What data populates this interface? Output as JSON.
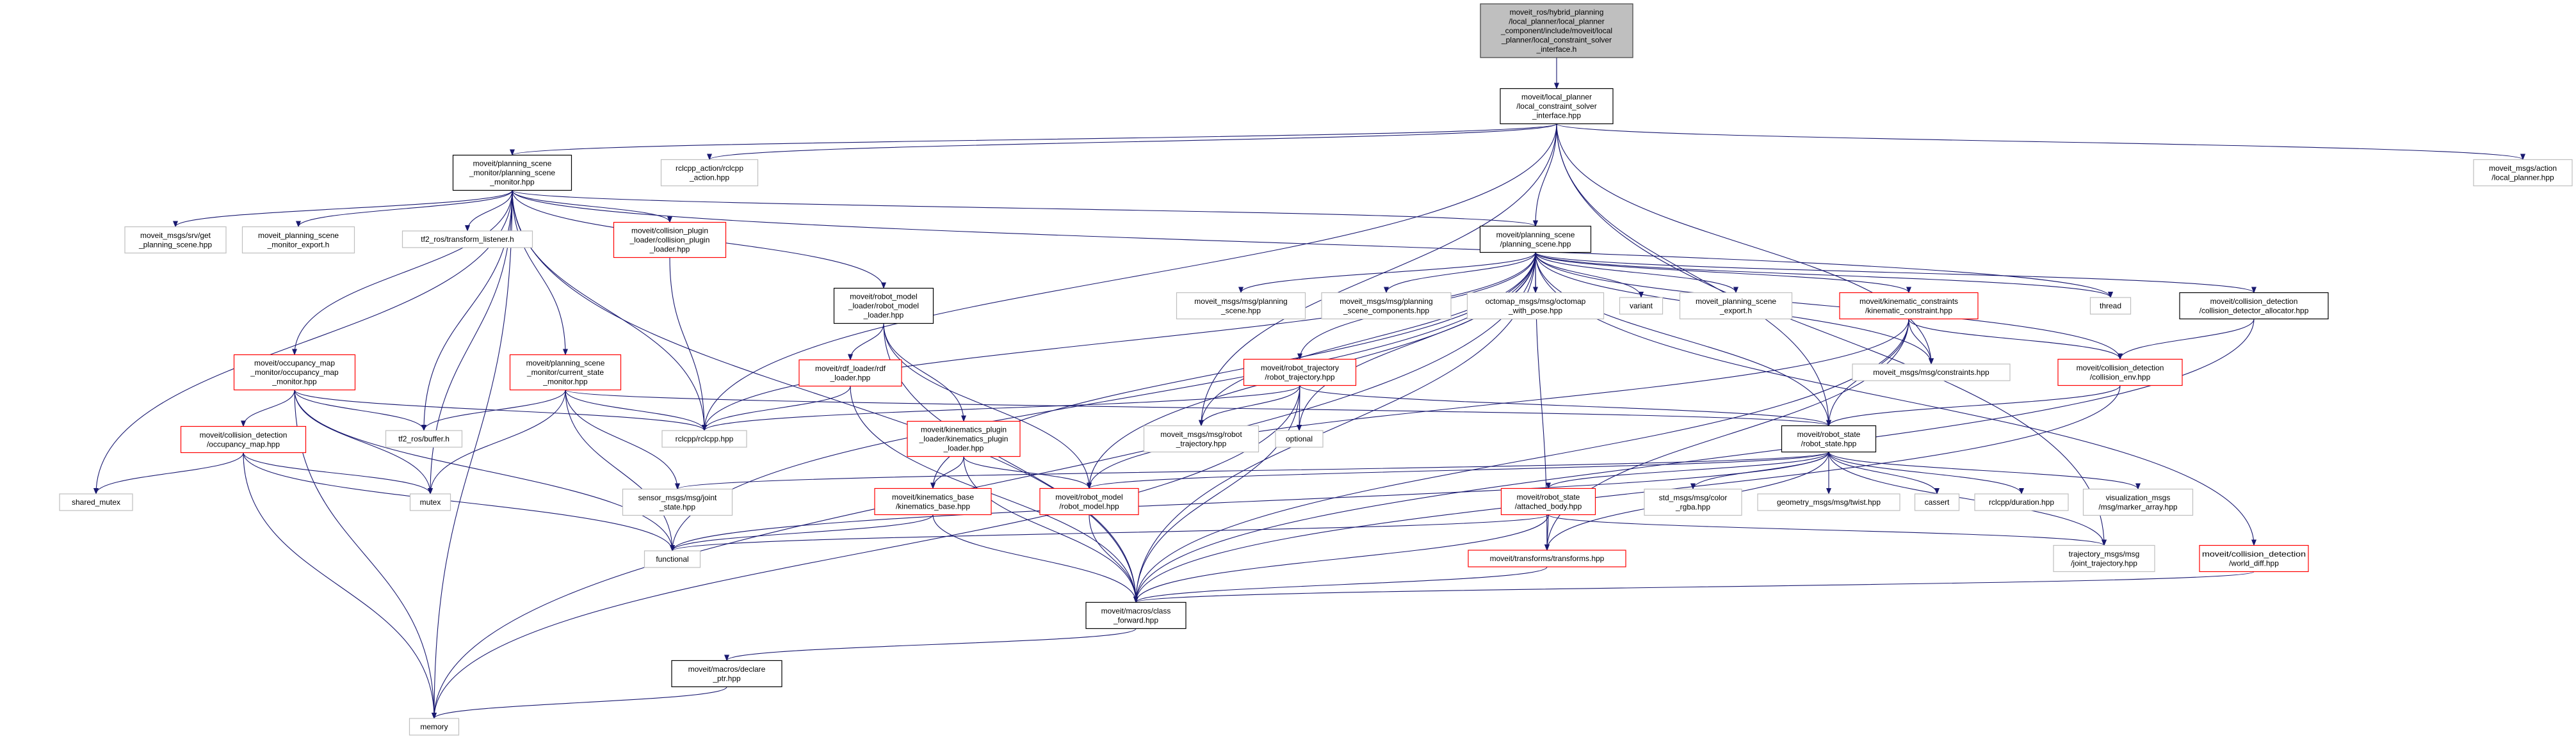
{
  "colors": {
    "edge": "#191970",
    "root_fill": "#bfbfbf",
    "root_border": "#404040",
    "normal_border": "#000000",
    "truncated_border": "#ff0000",
    "external_border": "#bfbfbf"
  },
  "nodes": [
    {
      "id": "root",
      "kind": "root",
      "lines": [
        "moveit_ros/hybrid_planning",
        "/local_planner/local_planner",
        "_component/include/moveit/local",
        "_planner/local_constraint_solver",
        "_interface.h"
      ]
    },
    {
      "id": "lcsi",
      "kind": "normal",
      "lines": [
        "moveit/local_planner",
        "/local_constraint_solver",
        "_interface.hpp"
      ]
    },
    {
      "id": "psm",
      "kind": "normal",
      "lines": [
        "moveit/planning_scene",
        "_monitor/planning_scene",
        "_monitor.hpp"
      ]
    },
    {
      "id": "rclcpp_action",
      "kind": "external",
      "lines": [
        "rclcpp_action/rclcpp",
        "_action.hpp"
      ]
    },
    {
      "id": "action_lp",
      "kind": "external",
      "lines": [
        "moveit_msgs/action",
        "/local_planner.hpp"
      ]
    },
    {
      "id": "get_ps",
      "kind": "external",
      "lines": [
        "moveit_msgs/srv/get",
        "_planning_scene.hpp"
      ]
    },
    {
      "id": "psm_export",
      "kind": "external",
      "lines": [
        "moveit_planning_scene",
        "_monitor_export.h"
      ]
    },
    {
      "id": "tf2_listener",
      "kind": "external",
      "lines": [
        "tf2_ros/transform_listener.h"
      ]
    },
    {
      "id": "cpl",
      "kind": "truncated",
      "lines": [
        "moveit/collision_plugin",
        "_loader/collision_plugin",
        "_loader.hpp"
      ]
    },
    {
      "id": "planning_scene",
      "kind": "normal",
      "lines": [
        "moveit/planning_scene",
        "/planning_scene.hpp"
      ]
    },
    {
      "id": "rml",
      "kind": "normal",
      "lines": [
        "moveit/robot_model",
        "_loader/robot_model",
        "_loader.hpp"
      ]
    },
    {
      "id": "msg_ps",
      "kind": "external",
      "lines": [
        "moveit_msgs/msg/planning",
        "_scene.hpp"
      ]
    },
    {
      "id": "ps_comp",
      "kind": "external",
      "lines": [
        "moveit_msgs/msg/planning",
        "_scene_components.hpp"
      ]
    },
    {
      "id": "octomap",
      "kind": "external",
      "lines": [
        "octomap_msgs/msg/octomap",
        "_with_pose.hpp"
      ]
    },
    {
      "id": "variant",
      "kind": "external",
      "lines": [
        "variant"
      ]
    },
    {
      "id": "ps_export",
      "kind": "external",
      "lines": [
        "moveit_planning_scene",
        "_export.h"
      ]
    },
    {
      "id": "kc",
      "kind": "truncated",
      "lines": [
        "moveit/kinematic_constraints",
        "/kinematic_constraint.hpp"
      ]
    },
    {
      "id": "thread",
      "kind": "external",
      "lines": [
        "thread"
      ]
    },
    {
      "id": "cda",
      "kind": "normal",
      "lines": [
        "moveit/collision_detection",
        "/collision_detector_allocator.hpp"
      ]
    },
    {
      "id": "occ_mon",
      "kind": "truncated",
      "lines": [
        "moveit/occupancy_map",
        "_monitor/occupancy_map",
        "_monitor.hpp"
      ]
    },
    {
      "id": "csm",
      "kind": "truncated",
      "lines": [
        "moveit/planning_scene",
        "_monitor/current_state",
        "_monitor.hpp"
      ]
    },
    {
      "id": "rdf",
      "kind": "truncated",
      "lines": [
        "moveit/rdf_loader/rdf",
        "_loader.hpp"
      ]
    },
    {
      "id": "robot_traj",
      "kind": "truncated",
      "lines": [
        "moveit/robot_trajectory",
        "/robot_trajectory.hpp"
      ]
    },
    {
      "id": "constraints",
      "kind": "external",
      "lines": [
        "moveit_msgs/msg/constraints.hpp"
      ]
    },
    {
      "id": "coll_env",
      "kind": "truncated",
      "lines": [
        "moveit/collision_detection",
        "/collision_env.hpp"
      ]
    },
    {
      "id": "coll_occ",
      "kind": "truncated",
      "lines": [
        "moveit/collision_detection",
        "/occupancy_map.hpp"
      ]
    },
    {
      "id": "tf2_buffer",
      "kind": "external",
      "lines": [
        "tf2_ros/buffer.h"
      ]
    },
    {
      "id": "rclcpp",
      "kind": "external",
      "lines": [
        "rclcpp/rclcpp.hpp"
      ]
    },
    {
      "id": "kpl",
      "kind": "truncated",
      "lines": [
        "moveit/kinematics_plugin",
        "_loader/kinematics_plugin",
        "_loader.hpp"
      ]
    },
    {
      "id": "msgs_robot_traj",
      "kind": "external",
      "lines": [
        "moveit_msgs/msg/robot",
        "_trajectory.hpp"
      ]
    },
    {
      "id": "optional",
      "kind": "external",
      "lines": [
        "optional"
      ]
    },
    {
      "id": "robot_state",
      "kind": "normal",
      "lines": [
        "moveit/robot_state",
        "/robot_state.hpp"
      ]
    },
    {
      "id": "shared_mutex",
      "kind": "external",
      "lines": [
        "shared_mutex"
      ]
    },
    {
      "id": "mutex",
      "kind": "external",
      "lines": [
        "mutex"
      ]
    },
    {
      "id": "sensor",
      "kind": "external",
      "lines": [
        "sensor_msgs/msg/joint",
        "_state.hpp"
      ]
    },
    {
      "id": "kin_base",
      "kind": "truncated",
      "lines": [
        "moveit/kinematics_base",
        "/kinematics_base.hpp"
      ]
    },
    {
      "id": "robot_model",
      "kind": "truncated",
      "lines": [
        "moveit/robot_model",
        "/robot_model.hpp"
      ]
    },
    {
      "id": "attached",
      "kind": "truncated",
      "lines": [
        "moveit/robot_state",
        "/attached_body.hpp"
      ]
    },
    {
      "id": "rgba",
      "kind": "external",
      "lines": [
        "std_msgs/msg/color",
        "_rgba.hpp"
      ]
    },
    {
      "id": "twist",
      "kind": "external",
      "lines": [
        "geometry_msgs/msg/twist.hpp"
      ]
    },
    {
      "id": "cassert",
      "kind": "external",
      "lines": [
        "cassert"
      ]
    },
    {
      "id": "duration",
      "kind": "external",
      "lines": [
        "rclcpp/duration.hpp"
      ]
    },
    {
      "id": "marker",
      "kind": "external",
      "lines": [
        "visualization_msgs",
        "/msg/marker_array.hpp"
      ]
    },
    {
      "id": "functional",
      "kind": "external",
      "lines": [
        "functional"
      ]
    },
    {
      "id": "transforms",
      "kind": "truncated",
      "lines": [
        "moveit/transforms/transforms.hpp"
      ]
    },
    {
      "id": "joint_traj",
      "kind": "external",
      "lines": [
        "trajectory_msgs/msg",
        "/joint_trajectory.hpp"
      ]
    },
    {
      "id": "world_diff",
      "kind": "truncated",
      "lines": [
        "moveit/collision_detection",
        "/world_diff.hpp"
      ]
    },
    {
      "id": "class_fwd",
      "kind": "normal",
      "lines": [
        "moveit/macros/class",
        "_forward.hpp"
      ]
    },
    {
      "id": "declare_ptr",
      "kind": "normal",
      "lines": [
        "moveit/macros/declare",
        "_ptr.hpp"
      ]
    },
    {
      "id": "memory",
      "kind": "external",
      "lines": [
        "memory"
      ]
    }
  ],
  "edges": [
    [
      "root",
      "lcsi"
    ],
    [
      "lcsi",
      "psm"
    ],
    [
      "lcsi",
      "rclcpp_action"
    ],
    [
      "lcsi",
      "action_lp"
    ],
    [
      "lcsi",
      "planning_scene"
    ],
    [
      "lcsi",
      "rclcpp"
    ],
    [
      "lcsi",
      "robot_state"
    ],
    [
      "lcsi",
      "constraints"
    ],
    [
      "lcsi",
      "joint_traj"
    ],
    [
      "lcsi",
      "msgs_robot_traj"
    ],
    [
      "psm",
      "get_ps"
    ],
    [
      "psm",
      "psm_export"
    ],
    [
      "psm",
      "tf2_listener"
    ],
    [
      "psm",
      "cpl"
    ],
    [
      "psm",
      "planning_scene"
    ],
    [
      "psm",
      "occ_mon"
    ],
    [
      "psm",
      "csm"
    ],
    [
      "psm",
      "rml"
    ],
    [
      "psm",
      "rclcpp"
    ],
    [
      "psm",
      "tf2_buffer"
    ],
    [
      "psm",
      "mutex"
    ],
    [
      "psm",
      "shared_mutex"
    ],
    [
      "psm",
      "memory"
    ],
    [
      "psm",
      "class_fwd"
    ],
    [
      "psm",
      "thread"
    ],
    [
      "cpl",
      "rclcpp"
    ],
    [
      "occ_mon",
      "coll_occ"
    ],
    [
      "occ_mon",
      "tf2_buffer"
    ],
    [
      "occ_mon",
      "mutex"
    ],
    [
      "occ_mon",
      "functional"
    ],
    [
      "occ_mon",
      "rclcpp"
    ],
    [
      "occ_mon",
      "memory"
    ],
    [
      "coll_occ",
      "shared_mutex"
    ],
    [
      "coll_occ",
      "mutex"
    ],
    [
      "coll_occ",
      "functional"
    ],
    [
      "coll_occ",
      "memory"
    ],
    [
      "csm",
      "tf2_buffer"
    ],
    [
      "csm",
      "mutex"
    ],
    [
      "csm",
      "rclcpp"
    ],
    [
      "csm",
      "sensor"
    ],
    [
      "csm",
      "functional"
    ],
    [
      "csm",
      "robot_state"
    ],
    [
      "rml",
      "rdf"
    ],
    [
      "rml",
      "kpl"
    ],
    [
      "rml",
      "robot_model"
    ],
    [
      "rml",
      "class_fwd"
    ],
    [
      "rdf",
      "rclcpp"
    ],
    [
      "rdf",
      "class_fwd"
    ],
    [
      "kpl",
      "kin_base"
    ],
    [
      "kpl",
      "robot_model"
    ],
    [
      "kpl",
      "class_fwd"
    ],
    [
      "kin_base",
      "functional"
    ],
    [
      "kin_base",
      "class_fwd"
    ],
    [
      "robot_model",
      "class_fwd"
    ],
    [
      "planning_scene",
      "msg_ps"
    ],
    [
      "planning_scene",
      "ps_comp"
    ],
    [
      "planning_scene",
      "octomap"
    ],
    [
      "planning_scene",
      "variant"
    ],
    [
      "planning_scene",
      "ps_export"
    ],
    [
      "planning_scene",
      "kc"
    ],
    [
      "planning_scene",
      "thread"
    ],
    [
      "planning_scene",
      "cda"
    ],
    [
      "planning_scene",
      "robot_traj"
    ],
    [
      "planning_scene",
      "msgs_robot_traj"
    ],
    [
      "planning_scene",
      "optional"
    ],
    [
      "planning_scene",
      "rclcpp"
    ],
    [
      "planning_scene",
      "functional"
    ],
    [
      "planning_scene",
      "robot_model"
    ],
    [
      "planning_scene",
      "class_fwd"
    ],
    [
      "planning_scene",
      "robot_state"
    ],
    [
      "planning_scene",
      "constraints"
    ],
    [
      "planning_scene",
      "coll_env"
    ],
    [
      "planning_scene",
      "world_diff"
    ],
    [
      "planning_scene",
      "memory"
    ],
    [
      "planning_scene",
      "transforms"
    ],
    [
      "planning_scene",
      "kin_base"
    ],
    [
      "robot_traj",
      "rclcpp"
    ],
    [
      "robot_traj",
      "msgs_robot_traj"
    ],
    [
      "robot_traj",
      "optional"
    ],
    [
      "robot_traj",
      "robot_state"
    ],
    [
      "robot_traj",
      "class_fwd"
    ],
    [
      "robot_traj",
      "memory"
    ],
    [
      "kc",
      "constraints"
    ],
    [
      "kc",
      "coll_env"
    ],
    [
      "kc",
      "robot_state"
    ],
    [
      "kc",
      "robot_model"
    ],
    [
      "kc",
      "class_fwd"
    ],
    [
      "kc",
      "transforms"
    ],
    [
      "cda",
      "coll_env"
    ],
    [
      "cda",
      "class_fwd"
    ],
    [
      "coll_env",
      "robot_state"
    ],
    [
      "coll_env",
      "class_fwd"
    ],
    [
      "robot_state",
      "sensor"
    ],
    [
      "robot_state",
      "robot_model"
    ],
    [
      "robot_state",
      "attached"
    ],
    [
      "robot_state",
      "rgba"
    ],
    [
      "robot_state",
      "twist"
    ],
    [
      "robot_state",
      "cassert"
    ],
    [
      "robot_state",
      "duration"
    ],
    [
      "robot_state",
      "marker"
    ],
    [
      "robot_state",
      "joint_traj"
    ],
    [
      "robot_state",
      "transforms"
    ],
    [
      "robot_state",
      "functional"
    ],
    [
      "attached",
      "functional"
    ],
    [
      "attached",
      "transforms"
    ],
    [
      "attached",
      "class_fwd"
    ],
    [
      "attached",
      "joint_traj"
    ],
    [
      "transforms",
      "class_fwd"
    ],
    [
      "world_diff",
      "class_fwd"
    ],
    [
      "class_fwd",
      "declare_ptr"
    ],
    [
      "declare_ptr",
      "memory"
    ]
  ]
}
